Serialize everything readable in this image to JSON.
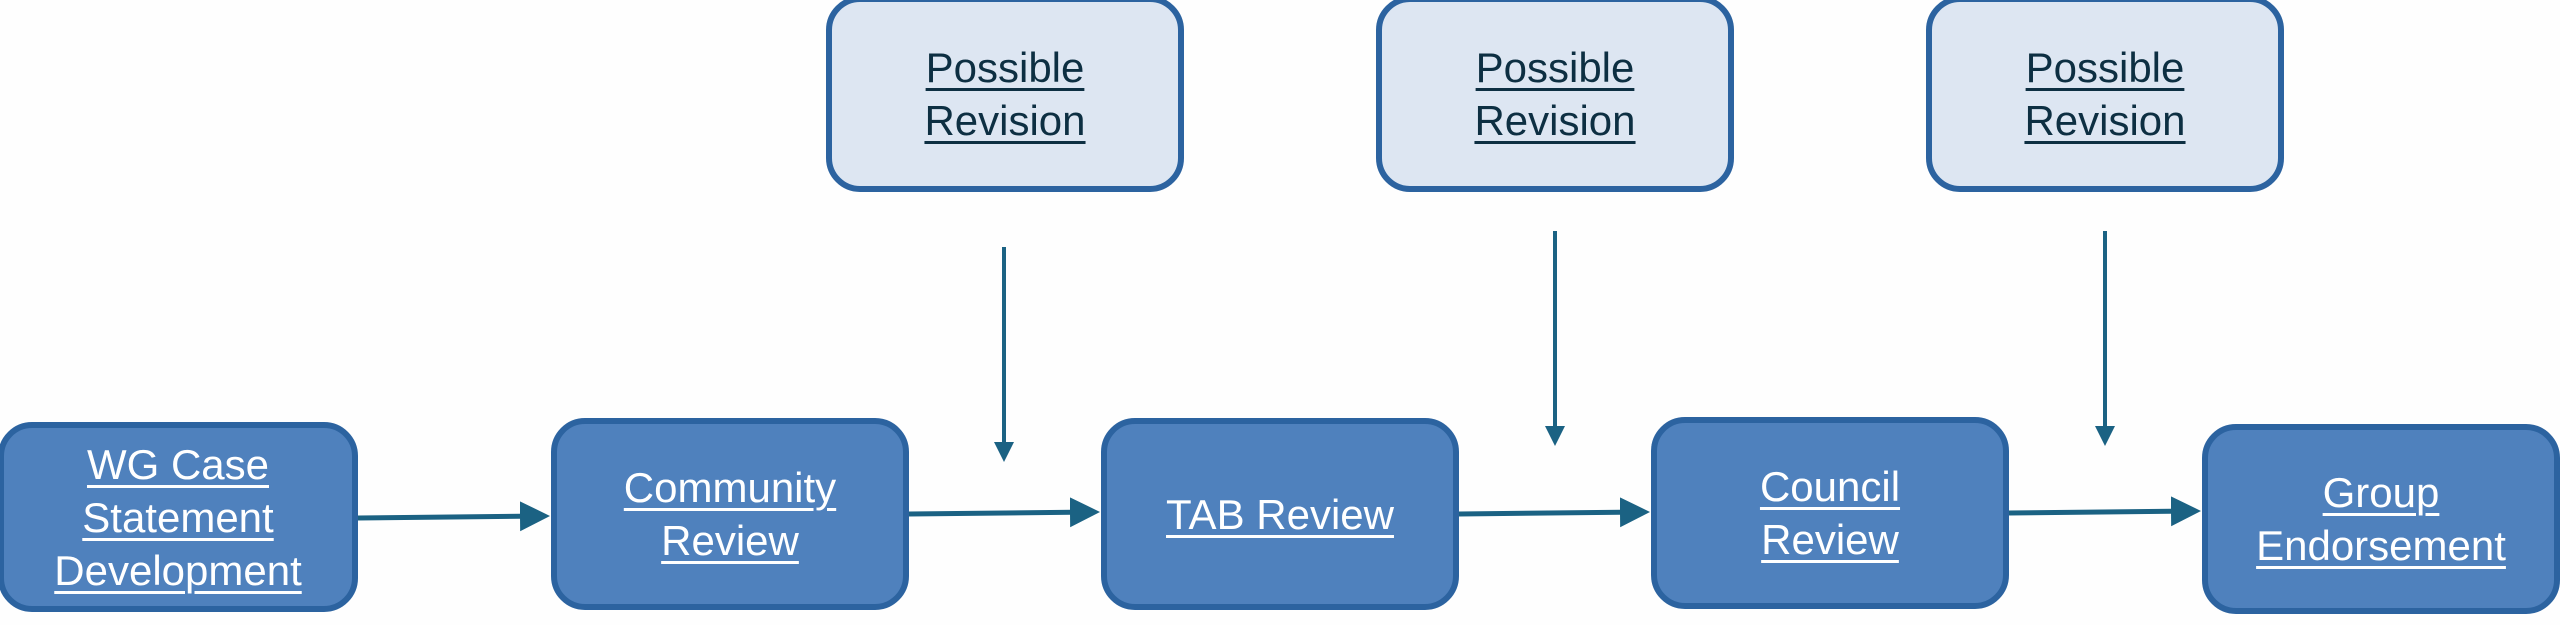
{
  "diagram": {
    "type": "process-flow",
    "colors": {
      "main_fill": "#4f81bd",
      "revision_fill": "#dde6f2",
      "border": "#2c63a0",
      "arrow": "#1b6283",
      "main_text": "#ffffff",
      "revision_text": "#0d2f42"
    },
    "steps": [
      {
        "id": "wg-case",
        "lines": [
          "WG Case",
          "Statement",
          "Development"
        ]
      },
      {
        "id": "community-review",
        "lines": [
          "Community",
          "Review"
        ]
      },
      {
        "id": "tab-review",
        "lines": [
          "TAB Review"
        ]
      },
      {
        "id": "council-review",
        "lines": [
          "Council",
          "Review"
        ]
      },
      {
        "id": "group-endorsement",
        "lines": [
          "Group",
          "Endorsement"
        ]
      }
    ],
    "revisions": [
      {
        "lines": [
          "Possible",
          "Revision"
        ],
        "feeds_between": [
          "Community Review",
          "TAB Review"
        ]
      },
      {
        "lines": [
          "Possible",
          "Revision"
        ],
        "feeds_between": [
          "TAB Review",
          "Council Review"
        ]
      },
      {
        "lines": [
          "Possible",
          "Revision"
        ],
        "feeds_between": [
          "Council Review",
          "Group Endorsement"
        ]
      }
    ],
    "flow": [
      "WG Case Statement Development",
      "Community Review",
      "TAB Review",
      "Council Review",
      "Group Endorsement"
    ]
  }
}
